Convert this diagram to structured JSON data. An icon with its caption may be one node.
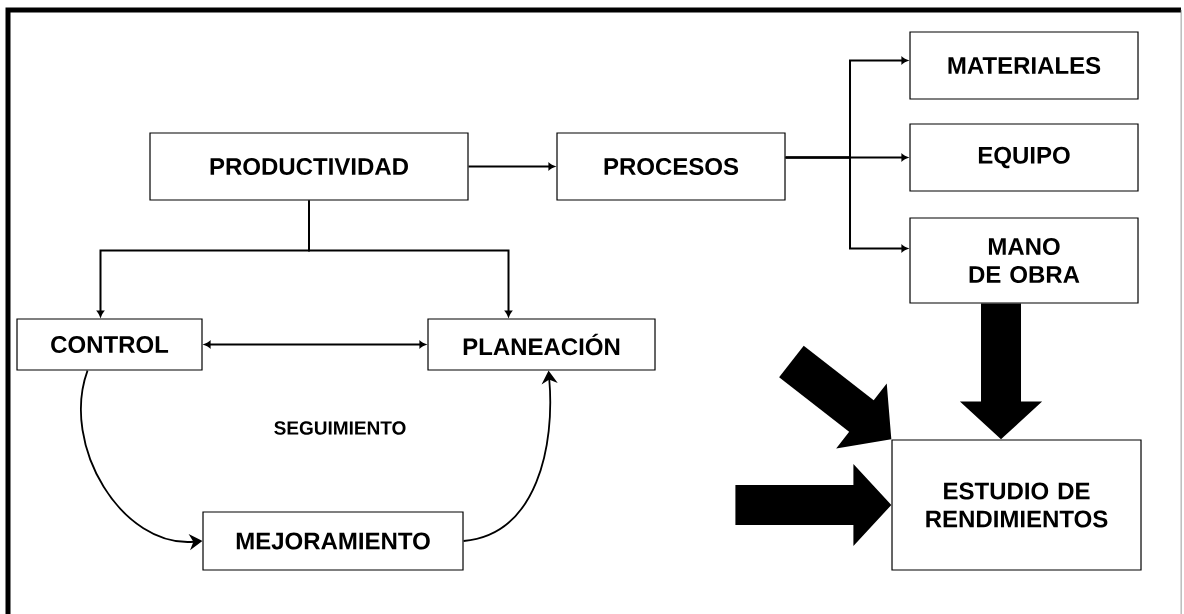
{
  "diagram": {
    "nodes": [
      {
        "text": [
          "PRODUCTIVIDAD"
        ]
      },
      {
        "text": [
          "PROCESOS"
        ]
      },
      {
        "text": [
          "MATERIALES"
        ]
      },
      {
        "text": [
          "EQUIPO"
        ]
      },
      {
        "text": [
          "MANO DE OBRA"
        ]
      },
      {
        "text": [
          "CONTROL"
        ]
      },
      {
        "text": [
          "PLANEACIÓN"
        ]
      },
      {
        "text": [
          "MEJORAMIENTO"
        ]
      },
      {
        "text": [
          "ESTUDIO DE RENDIMIENTOS"
        ]
      }
    ],
    "edges": [
      {
        "from": 0,
        "to": 1,
        "arrow": "to"
      },
      {
        "from": 1,
        "to": 2,
        "arrow": "to"
      },
      {
        "from": 1,
        "to": 3,
        "arrow": "to"
      },
      {
        "from": 1,
        "to": 4,
        "arrow": "to"
      },
      {
        "from": 0,
        "to": 5,
        "arrow": "to"
      },
      {
        "from": 0,
        "to": 6,
        "arrow": "to"
      },
      {
        "from": 5,
        "to": 6,
        "arrow": "both"
      },
      {
        "from": 5,
        "to": 7,
        "arrow": "to"
      },
      {
        "from": 7,
        "to": 6,
        "arrow": "to"
      },
      {
        "from": 4,
        "to": 8,
        "arrow": "to",
        "style": "thick"
      },
      {
        "from": null,
        "to": 8,
        "arrow": "to",
        "style": "thick"
      },
      {
        "from": null,
        "to": 8,
        "arrow": "to",
        "style": "thick"
      }
    ],
    "labels": [
      "SEGUIMIENTO"
    ]
  }
}
